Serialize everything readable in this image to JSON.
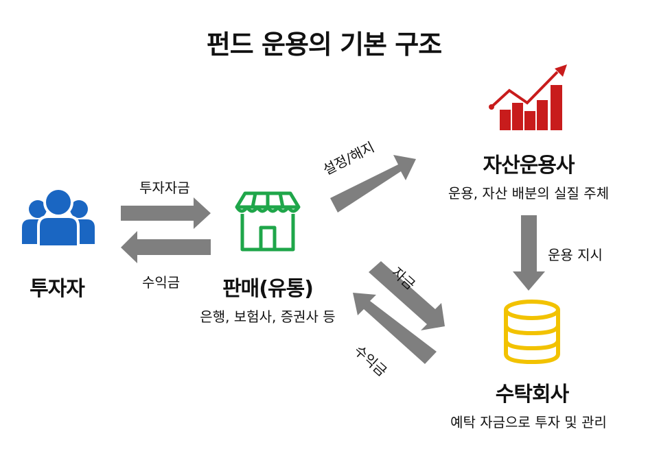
{
  "title": "펀드 운용의 기본 구조",
  "nodes": {
    "investor": {
      "label": "투자자"
    },
    "sales": {
      "label": "판매(유통)",
      "sub": "은행, 보험사, 증권사 등"
    },
    "asset_manager": {
      "label": "자산운용사",
      "sub": "운용, 자산 배분의 실질 주체"
    },
    "trustee": {
      "label": "수탁회사",
      "sub": "예탁 자금으로 투자 및 관리"
    }
  },
  "flows": {
    "investor_to_sales": "투자자금",
    "sales_to_investor": "수익금",
    "sales_to_manager": "설정/해지",
    "manager_to_trustee": "운용 지시",
    "sales_to_trustee": "자금",
    "trustee_to_sales": "수익금"
  },
  "colors": {
    "investor_icon": "#1a66c2",
    "sales_icon": "#1fa64a",
    "manager_icon": "#c81c1c",
    "trustee_icon": "#f2c200",
    "arrow": "#7f7f7f"
  },
  "icons": {
    "investor": "people-group-icon",
    "sales": "storefront-icon",
    "asset_manager": "bar-chart-growth-icon",
    "trustee": "database-icon"
  }
}
